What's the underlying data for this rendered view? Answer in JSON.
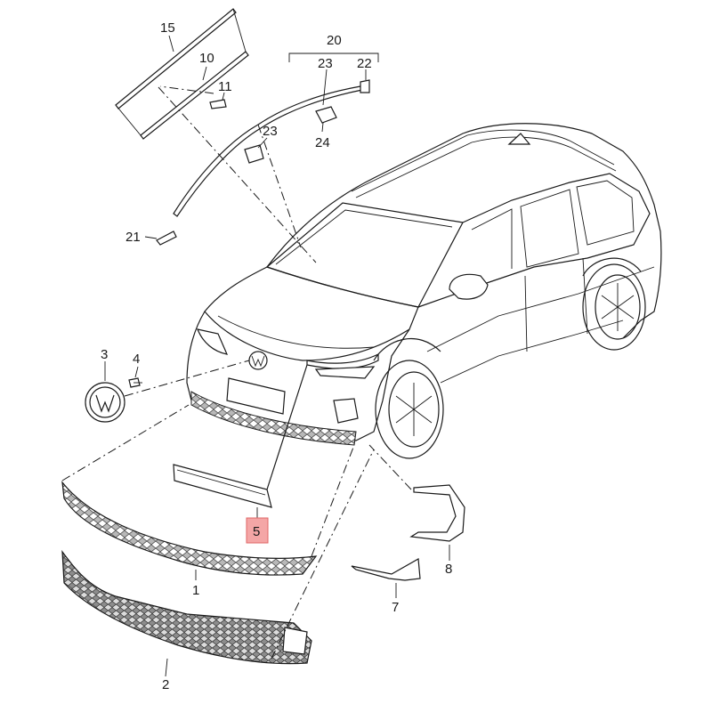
{
  "diagram": {
    "labels": {
      "p1": "1",
      "p2": "2",
      "p3": "3",
      "p4": "4",
      "p5": "5",
      "p7": "7",
      "p8": "8",
      "p10": "10",
      "p11": "11",
      "p15": "15",
      "p20": "20",
      "p21": "21",
      "p22": "22",
      "p23a": "23",
      "p23b": "23",
      "p24": "24"
    },
    "highlighted_label": "5",
    "colors": {
      "line": "#1a1a1a",
      "highlight_fill": "#f4a6a6",
      "highlight_stroke": "#e06666",
      "grille_fill": "#9a9a9a"
    }
  }
}
